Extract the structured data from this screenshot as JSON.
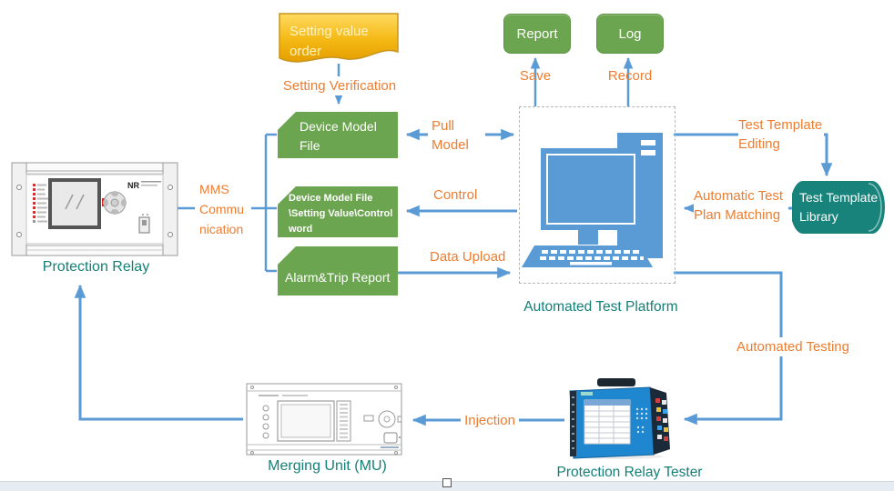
{
  "colors": {
    "green_box": "#6CA550",
    "orange_label": "#ED7D31",
    "blue_arrow": "#5B9BD5",
    "teal_label": "#148077",
    "teal_cylinder": "#17837B",
    "gold_banner_top": "#FFDA60",
    "gold_banner_bottom": "#E59E00"
  },
  "nodes": {
    "setting_value_order": {
      "line1": "Setting value",
      "line2": "order"
    },
    "report": {
      "label": "Report"
    },
    "log": {
      "label": "Log"
    },
    "device_model_file": {
      "line1": "Device Model",
      "line2": "File"
    },
    "device_model_detail": {
      "line1": "Device Model File",
      "line2": "\\Setting Value\\Control",
      "line3": "word"
    },
    "alarm_trip": {
      "label": "Alarm&Trip Report"
    },
    "test_template_library": {
      "line1": "Test Template",
      "line2": "Library"
    },
    "platform": {
      "label": "Automated Test Platform"
    },
    "relay": {
      "label": "Protection Relay"
    },
    "merging_unit": {
      "label": "Merging Unit (MU)"
    },
    "tester": {
      "label": "Protection Relay Tester"
    }
  },
  "edges": {
    "setting_verification": {
      "label": "Setting Verification"
    },
    "save": {
      "label": "Save"
    },
    "record": {
      "label": "Record"
    },
    "pull_model": {
      "line1": "Pull",
      "line2": "Model"
    },
    "control": {
      "label": "Control"
    },
    "data_upload": {
      "label": "Data Upload"
    },
    "mms": {
      "line1": "MMS",
      "line2": "Commu",
      "line3": "nication"
    },
    "template_editing": {
      "line1": "Test Template",
      "line2": "Editing"
    },
    "plan_matching": {
      "line1": "Automatic Test",
      "line2": "Plan Matching"
    },
    "automated_testing": {
      "label": "Automated Testing"
    },
    "injection": {
      "label": "Injection"
    }
  }
}
